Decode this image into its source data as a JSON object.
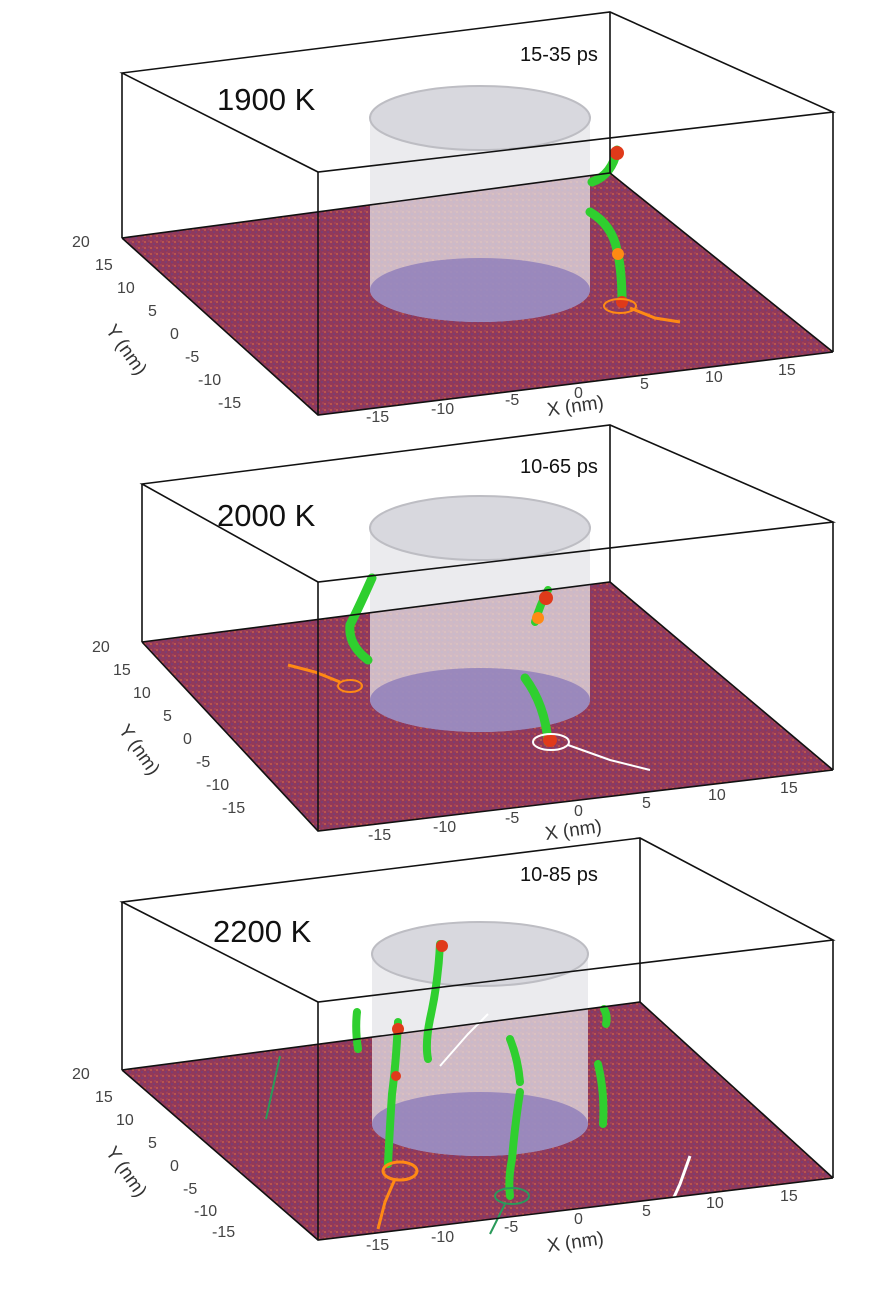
{
  "panels": [
    {
      "temperature": "1900 K",
      "time_range": "15-35 ps",
      "x_axis_label": "X (nm)",
      "y_axis_label": "Y (nm)",
      "x_ticks": [
        "-15",
        "-10",
        "-5",
        "0",
        "5",
        "10",
        "15"
      ],
      "y_ticks": [
        "20",
        "15",
        "10",
        "5",
        "0",
        "-5",
        "-10",
        "-15"
      ]
    },
    {
      "temperature": "2000 K",
      "time_range": "10-65 ps",
      "x_axis_label": "X (nm)",
      "y_axis_label": "Y (nm)",
      "x_ticks": [
        "-15",
        "-10",
        "-5",
        "0",
        "5",
        "10",
        "15"
      ],
      "y_ticks": [
        "20",
        "15",
        "10",
        "5",
        "0",
        "-5",
        "-10",
        "-15"
      ]
    },
    {
      "temperature": "2200 K",
      "time_range": "10-85 ps",
      "x_axis_label": "X (nm)",
      "y_axis_label": "Y (nm)",
      "x_ticks": [
        "-15",
        "-10",
        "-5",
        "0",
        "5",
        "10",
        "15"
      ],
      "y_ticks": [
        "20",
        "15",
        "10",
        "5",
        "0",
        "-5",
        "-10",
        "-15"
      ]
    }
  ],
  "colors": {
    "floor": "#8a2f52",
    "floor_speckle": "#d2603a",
    "cylinder": "#e6e6ea",
    "dislocation": "#2fcf2f",
    "dislocation_tip": "#e03a1a",
    "trajectory": "#ff8a14"
  }
}
